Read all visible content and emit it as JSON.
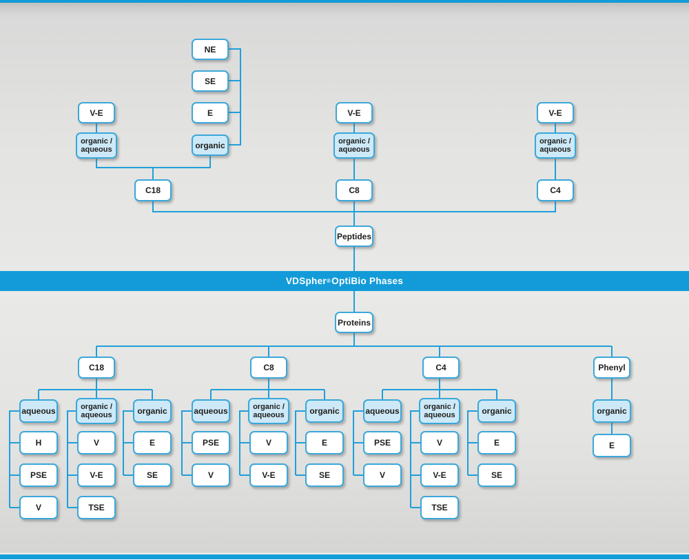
{
  "banner": {
    "brand": "VDSpher",
    "registered": "®",
    "suffix": " OptiBio Phases"
  },
  "peptides": {
    "root": "Peptides",
    "c18": {
      "label": "C18",
      "ve": "V-E",
      "organic_aqueous": "organic /\naqueous",
      "organic": "organic",
      "organic_variants": [
        "NE",
        "SE",
        "E"
      ]
    },
    "c8": {
      "label": "C8",
      "ve": "V-E",
      "organic_aqueous": "organic /\naqueous"
    },
    "c4": {
      "label": "C4",
      "ve": "V-E",
      "organic_aqueous": "organic /\naqueous"
    }
  },
  "proteins": {
    "root": "Proteins",
    "groups": [
      {
        "column": "C18",
        "modes": [
          {
            "label": "aqueous",
            "children": [
              "H",
              "PSE",
              "V"
            ]
          },
          {
            "label": "organic /\naqueous",
            "children": [
              "V",
              "V-E",
              "TSE"
            ]
          },
          {
            "label": "organic",
            "children": [
              "E",
              "SE"
            ]
          }
        ]
      },
      {
        "column": "C8",
        "modes": [
          {
            "label": "aqueous",
            "children": [
              "PSE",
              "V"
            ]
          },
          {
            "label": "organic /\naqueous",
            "children": [
              "V",
              "V-E"
            ]
          },
          {
            "label": "organic",
            "children": [
              "E",
              "SE"
            ]
          }
        ]
      },
      {
        "column": "C4",
        "modes": [
          {
            "label": "aqueous",
            "children": [
              "PSE",
              "V"
            ]
          },
          {
            "label": "organic /\naqueous",
            "children": [
              "V",
              "V-E",
              "TSE"
            ]
          },
          {
            "label": "organic",
            "children": [
              "E",
              "SE"
            ]
          }
        ]
      },
      {
        "column": "Phenyl",
        "modes": [
          {
            "label": "organic",
            "children": [
              "E"
            ]
          }
        ]
      }
    ]
  },
  "colors": {
    "accent_line": "#1e9fdb",
    "banner_blue": "#129bd8",
    "node_fill_light": "#cde9f7",
    "node_border": "#3aa7da"
  }
}
